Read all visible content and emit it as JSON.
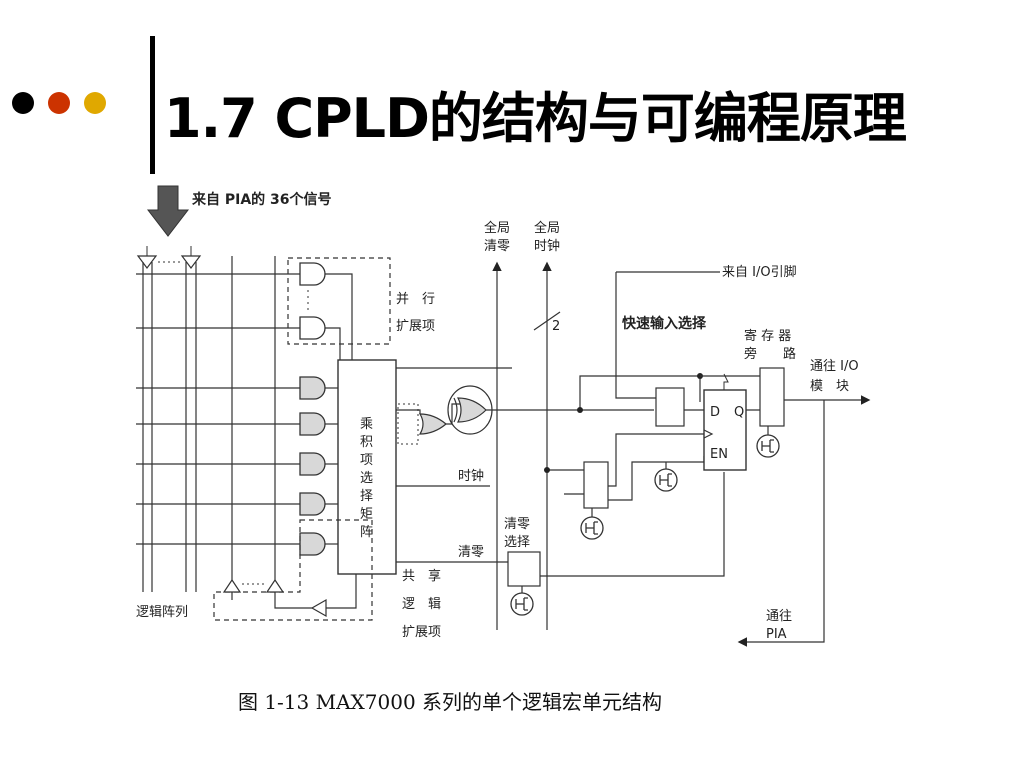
{
  "slide": {
    "title": "1.7  CPLD的结构与可编程原理",
    "bullet_colors": [
      "#000000",
      "#cc3300",
      "#e0a800"
    ]
  },
  "figure": {
    "labels": {
      "from_pia": "来自 PIA的 36个信号",
      "global_clear_1": "全局",
      "global_clear_2": "清零",
      "global_clock_1": "全局",
      "global_clock_2": "时钟",
      "from_io_pin": "来自 I/O引脚",
      "fast_input": "快速输入选择",
      "parallel_1": "并　行",
      "parallel_2": "扩展项",
      "bus_width": "2",
      "reg_bypass_1": "寄 存 器",
      "reg_bypass_2": "旁　　路",
      "to_io_1": "通往 I/O",
      "to_io_2": "模　块",
      "ptsm_1": "乘",
      "ptsm_2": "积",
      "ptsm_3": "项",
      "ptsm_4": "选",
      "ptsm_5": "择",
      "ptsm_6": "矩",
      "ptsm_7": "阵",
      "ff_d": "D",
      "ff_q": "Q",
      "ff_en": "EN",
      "clock": "时钟",
      "clear": "清零",
      "clear_select_1": "清零",
      "clear_select_2": "选择",
      "shared_1": "共　享",
      "shared_2": "逻　辑",
      "shared_3": "扩展项",
      "logic_array": "逻辑阵列",
      "to_pia_1": "通往",
      "to_pia_2": "PIA"
    },
    "caption": "图 1-13 MAX7000 系列的单个逻辑宏单元结构"
  }
}
